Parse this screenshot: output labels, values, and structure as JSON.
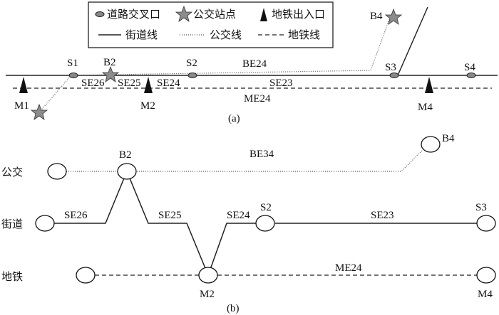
{
  "legend": {
    "intersection": "道路交叉口",
    "bus_stop": "公交站点",
    "metro_entrance": "地铁出入口",
    "street_line": "街道线",
    "bus_line": "公交线",
    "metro_line": "地铁线"
  },
  "part_a": {
    "caption": "(a)",
    "intersections": [
      "S1",
      "S2",
      "S3",
      "S4"
    ],
    "bus_stops": [
      "B2",
      "B4"
    ],
    "metro_entrances": [
      "M1",
      "M2",
      "M4"
    ],
    "edges": [
      "BE24",
      "SE26",
      "SE25",
      "SE24",
      "SE23",
      "ME24"
    ]
  },
  "part_b": {
    "caption": "(b)",
    "rows": [
      "公交",
      "街道",
      "地铁"
    ],
    "nodes": [
      "B2",
      "B4",
      "S2",
      "S3",
      "M2",
      "M4"
    ],
    "edges": [
      "BE34",
      "SE26",
      "SE25",
      "SE24",
      "SE23",
      "ME24"
    ]
  },
  "colors": {
    "star_fill": "#8c8c8c",
    "line": "#222222"
  }
}
